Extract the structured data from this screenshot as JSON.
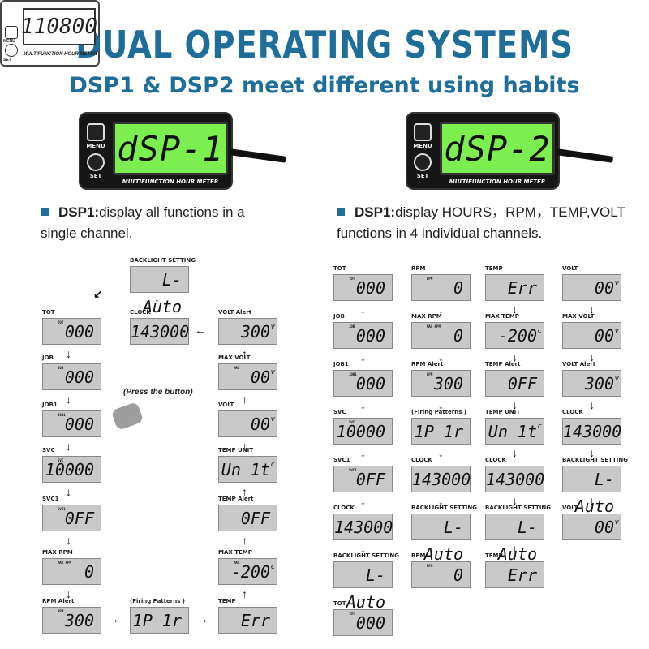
{
  "header": {
    "title": "DUAL OPERATING SYSTEMS",
    "subtitle": "DSP1 & DSP2 meet different using habits"
  },
  "meters": {
    "left_display": "dSP-1",
    "right_display": "dSP-2",
    "menu_label": "MENU",
    "set_label": "SET",
    "caption": "MULTIFUNCTION HOUR METER"
  },
  "bullets": {
    "left_key": "DSP1:",
    "left_text": "display all functions in a single channel.",
    "right_key": "DSP1:",
    "right_text": "display HOURS，RPM，TEMP,VOLT functions in 4 individual channels."
  },
  "center": {
    "press": "(Press the button)",
    "display": "110800",
    "caption": "MULTIFUNCTION HOUR METER",
    "menu": "MENU",
    "set": "SET"
  },
  "dsp1": {
    "tot": {
      "label": "TOT",
      "value": "000",
      "sub": "TOT"
    },
    "job": {
      "label": "JOB",
      "value": "000",
      "sub": "JOB"
    },
    "job1": {
      "label": "JOB1",
      "value": "000",
      "sub": "JOB1"
    },
    "svc": {
      "label": "SVC",
      "value": "10000",
      "sub": "SVC"
    },
    "svc1": {
      "label": "SVC1",
      "value": "0FF",
      "sub": "SVC1"
    },
    "maxrpm": {
      "label": "MAX RPM",
      "value": "0",
      "sub": "MAX RPM"
    },
    "rpmalert": {
      "label": "RPM Alert",
      "value": "300",
      "sub": "RPM"
    },
    "firing": {
      "label": "(Firing Patterns )",
      "value": "1P 1r"
    },
    "temp": {
      "label": "TEMP",
      "value": "Err"
    },
    "maxtemp": {
      "label": "MAX TEMP",
      "value": "-200",
      "unit": "c",
      "sub": "MAX"
    },
    "tempalert": {
      "label": "TEMP Alert",
      "value": "0FF"
    },
    "tempunit": {
      "label": "TEMP UNIT",
      "value": "Un 1t",
      "unit": "c"
    },
    "volt": {
      "label": "VOLT",
      "value": "00",
      "unit": "v"
    },
    "maxvolt": {
      "label": "MAX VOLT",
      "value": "00",
      "unit": "v",
      "sub": "MAX"
    },
    "voltalert": {
      "label": "VOLT Alert",
      "value": "300",
      "unit": "v"
    },
    "clock": {
      "label": "CLOCK",
      "value": "143000"
    },
    "backlight": {
      "label": "BACKLIGHT SETTING",
      "value": "L-Auto"
    }
  },
  "dsp2": {
    "col1": [
      {
        "label": "TOT",
        "value": "000",
        "sub": "TOT"
      },
      {
        "label": "JOB",
        "value": "000",
        "sub": "JOB"
      },
      {
        "label": "JOB1",
        "value": "000",
        "sub": "JOB1"
      },
      {
        "label": "SVC",
        "value": "10000",
        "sub": "SVC"
      },
      {
        "label": "SVC1",
        "value": "0FF",
        "sub": "SVC1"
      },
      {
        "label": "CLOCK",
        "value": "143000"
      },
      {
        "label": "BACKLIGHT SETTING",
        "value": "L-Auto"
      },
      {
        "label": "TOT",
        "value": "000",
        "sub": "TOT"
      }
    ],
    "col2": [
      {
        "label": "RPM",
        "value": "0",
        "sub": "RPM"
      },
      {
        "label": "MAX RPM",
        "value": "0",
        "sub": "MAX RPM"
      },
      {
        "label": "RPM Alert",
        "value": "300",
        "sub": "RPM"
      },
      {
        "label": "(Firing Patterns )",
        "value": "1P 1r"
      },
      {
        "label": "CLOCK",
        "value": "143000"
      },
      {
        "label": "BACKLIGHT SETTING",
        "value": "L-Auto"
      },
      {
        "label": "RPM",
        "value": "0",
        "sub": "RPM"
      }
    ],
    "col3": [
      {
        "label": "TEMP",
        "value": "Err"
      },
      {
        "label": "MAX TEMP",
        "value": "-200",
        "unit": "c"
      },
      {
        "label": "TEMP Alert",
        "value": "0FF"
      },
      {
        "label": "TEMP UNIT",
        "value": "Un 1t",
        "unit": "c"
      },
      {
        "label": "CLOCK",
        "value": "143000"
      },
      {
        "label": "BACKLIGHT SETTING",
        "value": "L-Auto"
      },
      {
        "label": "TEMP",
        "value": "Err"
      }
    ],
    "col4": [
      {
        "label": "VOLT",
        "value": "00",
        "unit": "v"
      },
      {
        "label": "MAX VOLT",
        "value": "00",
        "unit": "v"
      },
      {
        "label": "VOLT Alert",
        "value": "300",
        "unit": "v"
      },
      {
        "label": "CLOCK",
        "value": "143000"
      },
      {
        "label": "BACKLIGHT SETTING",
        "value": "L-Auto"
      },
      {
        "label": "VOLT",
        "value": "00",
        "unit": "v"
      }
    ]
  }
}
